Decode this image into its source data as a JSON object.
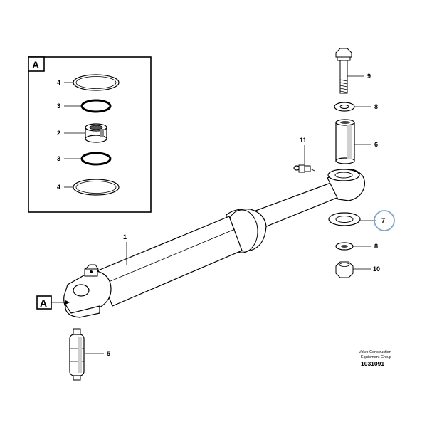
{
  "detail_box": {
    "label": "A",
    "items": [
      {
        "number": "4",
        "part": "o-ring"
      },
      {
        "number": "3",
        "part": "retaining-ring"
      },
      {
        "number": "2",
        "part": "spherical-bearing"
      },
      {
        "number": "3",
        "part": "retaining-ring"
      },
      {
        "number": "4",
        "part": "o-ring"
      }
    ]
  },
  "callouts": {
    "cylinder": "1",
    "bushing_lower": "5",
    "bushing_upper": "6",
    "washer_highlighted": "7",
    "washer_top": "8",
    "washer_bottom": "8",
    "bolt": "9",
    "nut": "10",
    "grease_nipple": "11"
  },
  "view_marker": "A",
  "highlight_color": "#7fa7cf",
  "credit": {
    "line1": "Volvo Construction",
    "line2": "Equipment Group",
    "doc_number": "1031091"
  }
}
